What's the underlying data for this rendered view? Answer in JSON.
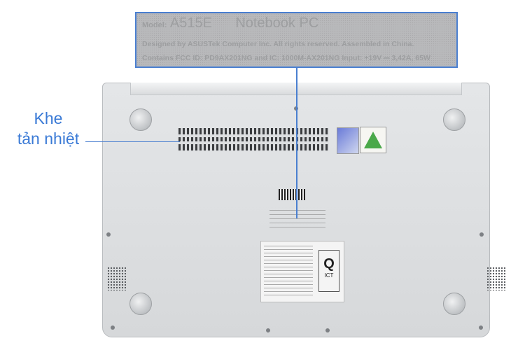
{
  "callout_left": {
    "line1": "Khe",
    "line2": "tản nhiệt"
  },
  "label_zoom": {
    "model_prefix": "Model:",
    "model": "A515E",
    "product": "Notebook PC",
    "line1": "Designed by ASUSTek Computer Inc. All rights reserved. Assembled in China.",
    "line2": "Contains FCC ID: PD9AX201NG and IC: 1000M-AX201NG Input: +19V ⎓ 3,42A, 65W"
  },
  "sticker": {
    "ict": "ICT"
  },
  "colors": {
    "callout": "#4a7fd0",
    "callout_text": "#3a7ad6",
    "chassis": "#dcdee0"
  }
}
